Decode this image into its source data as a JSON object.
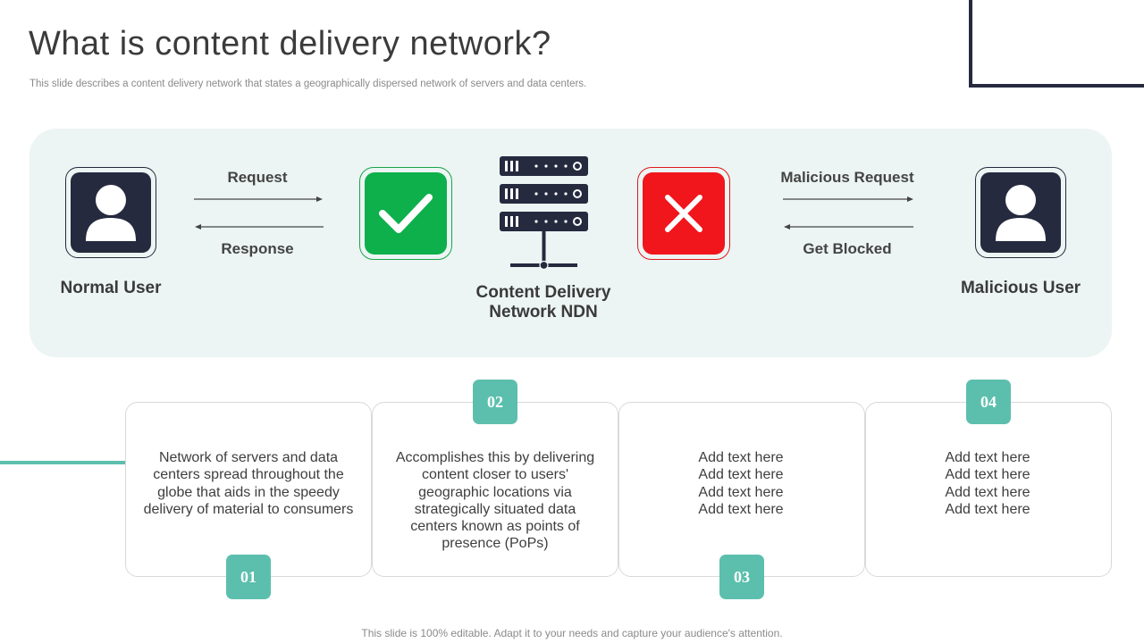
{
  "slide": {
    "title": "What is content delivery network?",
    "subtitle": "This slide describes a content delivery network that states a geographically dispersed network of servers and data centers.",
    "footer": "This slide is 100% editable. Adapt it to your needs and capture your audience's attention."
  },
  "diagram": {
    "normal_user_label": "Normal User",
    "malicious_user_label": "Malicious User",
    "cdn_label_line1": "Content Delivery",
    "cdn_label_line2": "Network NDN",
    "request_label": "Request",
    "response_label": "Response",
    "malicious_request_label": "Malicious  Request",
    "blocked_label": "Get Blocked",
    "colors": {
      "dark": "#252a3f",
      "accept": "#0db04b",
      "reject": "#f0161c",
      "panel": "#ecf5f3",
      "teal": "#5cbfad"
    }
  },
  "steps": [
    {
      "number": "01",
      "text": "Network of servers and data centers spread throughout  the globe that aids in the speedy delivery of material to consumers"
    },
    {
      "number": "02",
      "text": "Accomplishes this by delivering content closer to users' geographic locations via strategically situated data centers known as points of presence (PoPs)"
    },
    {
      "number": "03",
      "text": "Add text here Add text here Add text here Add text here"
    },
    {
      "number": "04",
      "text": "Add text here Add text here Add text here Add text here"
    }
  ]
}
